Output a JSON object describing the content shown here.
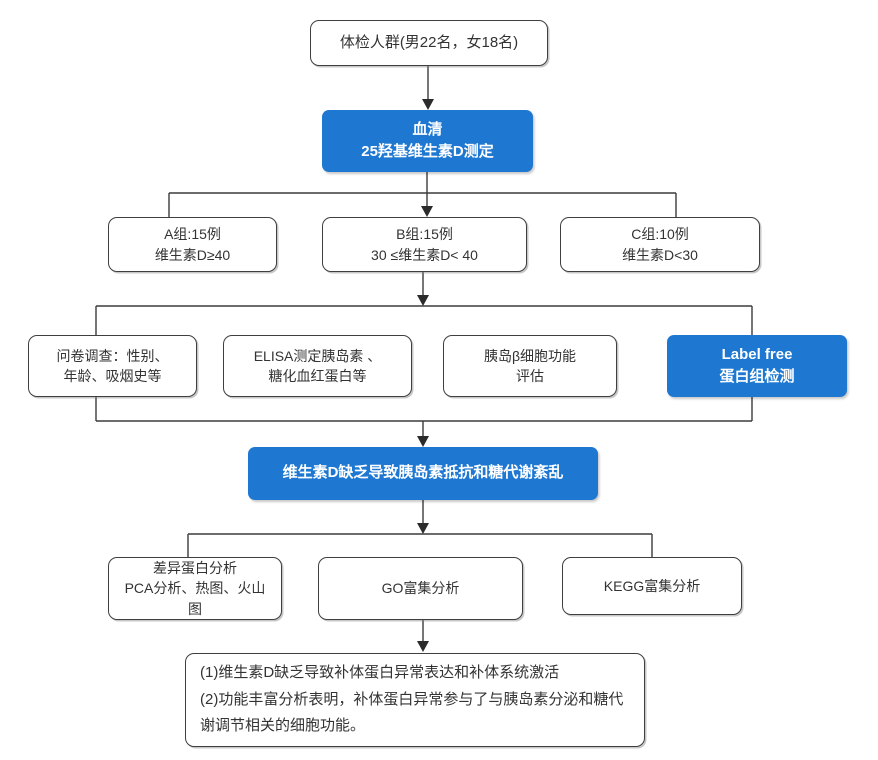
{
  "diagram": {
    "description_type": "study-design-flowchart",
    "colors": {
      "accent_blue": "#1e78d2",
      "box_border": "#3f3f3f",
      "text": "#333333",
      "background": "#ffffff"
    },
    "nodes": {
      "population": {
        "text": "体检人群(男22名，女18名)"
      },
      "serum": {
        "line1": "血清",
        "line2": "25羟基维生素D测定"
      },
      "group_a": {
        "line1": "A组:15例",
        "line2": "维生素D≥40"
      },
      "group_b": {
        "line1": "B组:15例",
        "line2": "30 ≤维生素D< 40"
      },
      "group_c": {
        "line1": "C组:10例",
        "line2": "维生素D<30"
      },
      "questionnaire": {
        "line1": "问卷调查：性别、",
        "line2": "年龄、吸烟史等"
      },
      "elisa": {
        "line1": "ELISA测定胰岛素 、",
        "line2": "糖化血红蛋白等"
      },
      "beta_cell": {
        "line1": "胰岛β细胞功能",
        "line2": "评估"
      },
      "label_free": {
        "line1": "Label free",
        "line2": "蛋白组检测"
      },
      "mid_conclusion": {
        "text": "维生素D缺乏导致胰岛素抵抗和糖代谢紊乱"
      },
      "diff_protein": {
        "line1": "差异蛋白分析",
        "line2": "PCA分析、热图、火山图"
      },
      "go_enrichment": {
        "text": "GO富集分析"
      },
      "kegg_enrichment": {
        "text": "KEGG富集分析"
      },
      "final_conclusion": {
        "line1": "(1)维生素D缺乏导致补体蛋白异常表达和补体系统激活",
        "line2": "(2)功能丰富分析表明，补体蛋白异常参与了与胰岛素分泌和糖代谢调节相关的细胞功能。"
      }
    }
  }
}
